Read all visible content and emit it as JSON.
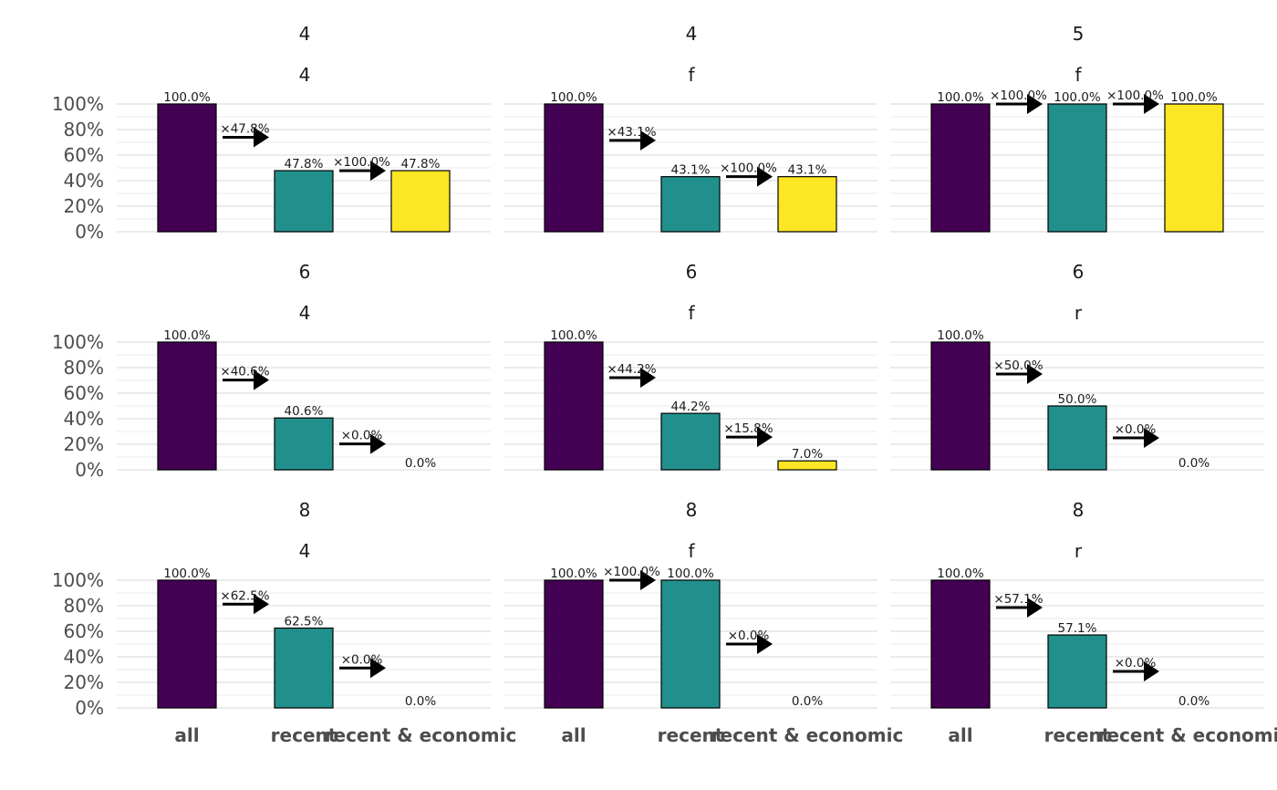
{
  "chart_data": {
    "type": "bar",
    "layout": "facet_grid_3x3",
    "categories": [
      "all",
      "recent",
      "recent & economic"
    ],
    "ylim": [
      0,
      100
    ],
    "y_ticks": [
      "0%",
      "20%",
      "40%",
      "60%",
      "80%",
      "100%"
    ],
    "xlabel": "",
    "ylabel": "",
    "title": "",
    "grid": true,
    "bar_colors": [
      "#440154",
      "#21908C",
      "#FDE725"
    ],
    "bar_outline": "#000000",
    "panels": [
      {
        "strip1": "4",
        "strip2": "4",
        "values": [
          100.0,
          47.8,
          47.8
        ],
        "value_labels": [
          "100.0%",
          "47.8%",
          "47.8%"
        ],
        "ratio_labels": [
          "×47.8%",
          "×100.0%"
        ]
      },
      {
        "strip1": "4",
        "strip2": "f",
        "values": [
          100.0,
          43.1,
          43.1
        ],
        "value_labels": [
          "100.0%",
          "43.1%",
          "43.1%"
        ],
        "ratio_labels": [
          "×43.1%",
          "×100.0%"
        ]
      },
      {
        "strip1": "5",
        "strip2": "f",
        "values": [
          100.0,
          100.0,
          100.0
        ],
        "value_labels": [
          "100.0%",
          "100.0%",
          "100.0%"
        ],
        "ratio_labels": [
          "×100.0%",
          "×100.0%"
        ]
      },
      {
        "strip1": "6",
        "strip2": "4",
        "values": [
          100.0,
          40.6,
          0.0
        ],
        "value_labels": [
          "100.0%",
          "40.6%",
          "0.0%"
        ],
        "ratio_labels": [
          "×40.6%",
          "×0.0%"
        ]
      },
      {
        "strip1": "6",
        "strip2": "f",
        "values": [
          100.0,
          44.2,
          7.0
        ],
        "value_labels": [
          "100.0%",
          "44.2%",
          "7.0%"
        ],
        "ratio_labels": [
          "×44.2%",
          "×15.8%"
        ]
      },
      {
        "strip1": "6",
        "strip2": "r",
        "values": [
          100.0,
          50.0,
          0.0
        ],
        "value_labels": [
          "100.0%",
          "50.0%",
          "0.0%"
        ],
        "ratio_labels": [
          "×50.0%",
          "×0.0%"
        ]
      },
      {
        "strip1": "8",
        "strip2": "4",
        "values": [
          100.0,
          62.5,
          0.0
        ],
        "value_labels": [
          "100.0%",
          "62.5%",
          "0.0%"
        ],
        "ratio_labels": [
          "×62.5%",
          "×0.0%"
        ]
      },
      {
        "strip1": "8",
        "strip2": "f",
        "values": [
          100.0,
          100.0,
          0.0
        ],
        "value_labels": [
          "100.0%",
          "100.0%",
          "0.0%"
        ],
        "ratio_labels": [
          "×100.0%",
          "×0.0%"
        ]
      },
      {
        "strip1": "8",
        "strip2": "r",
        "values": [
          100.0,
          57.1,
          0.0
        ],
        "value_labels": [
          "100.0%",
          "57.1%",
          "0.0%"
        ],
        "ratio_labels": [
          "×57.1%",
          "×0.0%"
        ]
      }
    ]
  }
}
